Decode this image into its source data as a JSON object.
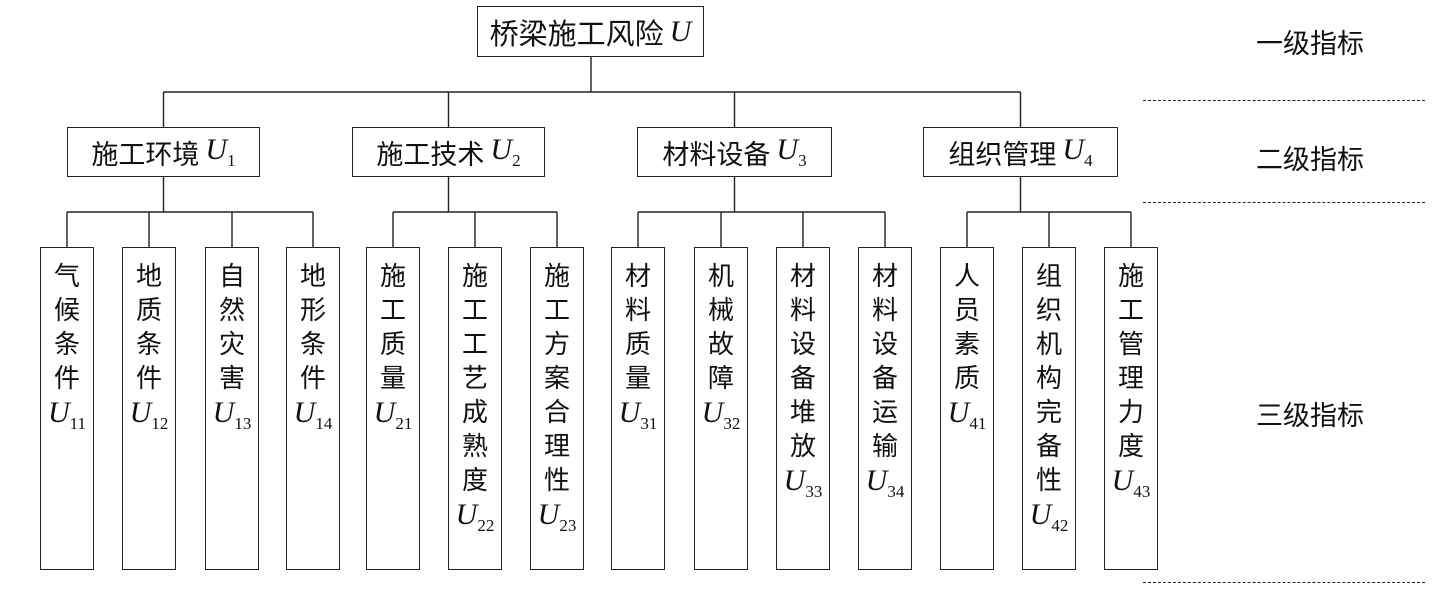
{
  "root": {
    "label": "桥梁施工风险",
    "var": "U"
  },
  "level_labels": {
    "level1": "一级指标",
    "level2": "二级指标",
    "level3": "三级指标"
  },
  "groups": [
    {
      "label": "施工环境",
      "var": "U",
      "sub": "1",
      "children": [
        {
          "label": "气候条件",
          "var": "U",
          "sub": "11"
        },
        {
          "label": "地质条件",
          "var": "U",
          "sub": "12"
        },
        {
          "label": "自然灾害",
          "var": "U",
          "sub": "13"
        },
        {
          "label": "地形条件",
          "var": "U",
          "sub": "14"
        }
      ]
    },
    {
      "label": "施工技术",
      "var": "U",
      "sub": "2",
      "children": [
        {
          "label": "施工质量",
          "var": "U",
          "sub": "21"
        },
        {
          "label": "施工工艺成熟度",
          "var": "U",
          "sub": "22"
        },
        {
          "label": "施工方案合理性",
          "var": "U",
          "sub": "23"
        }
      ]
    },
    {
      "label": "材料设备",
      "var": "U",
      "sub": "3",
      "children": [
        {
          "label": "材料质量",
          "var": "U",
          "sub": "31"
        },
        {
          "label": "机械故障",
          "var": "U",
          "sub": "32"
        },
        {
          "label": "材料设备堆放",
          "var": "U",
          "sub": "33"
        },
        {
          "label": "材料设备运输",
          "var": "U",
          "sub": "34"
        }
      ]
    },
    {
      "label": "组织管理",
      "var": "U",
      "sub": "4",
      "children": [
        {
          "label": "人员素质",
          "var": "U",
          "sub": "41"
        },
        {
          "label": "组织机构完备性",
          "var": "U",
          "sub": "42"
        },
        {
          "label": "施工管理力度",
          "var": "U",
          "sub": "43"
        }
      ]
    }
  ]
}
